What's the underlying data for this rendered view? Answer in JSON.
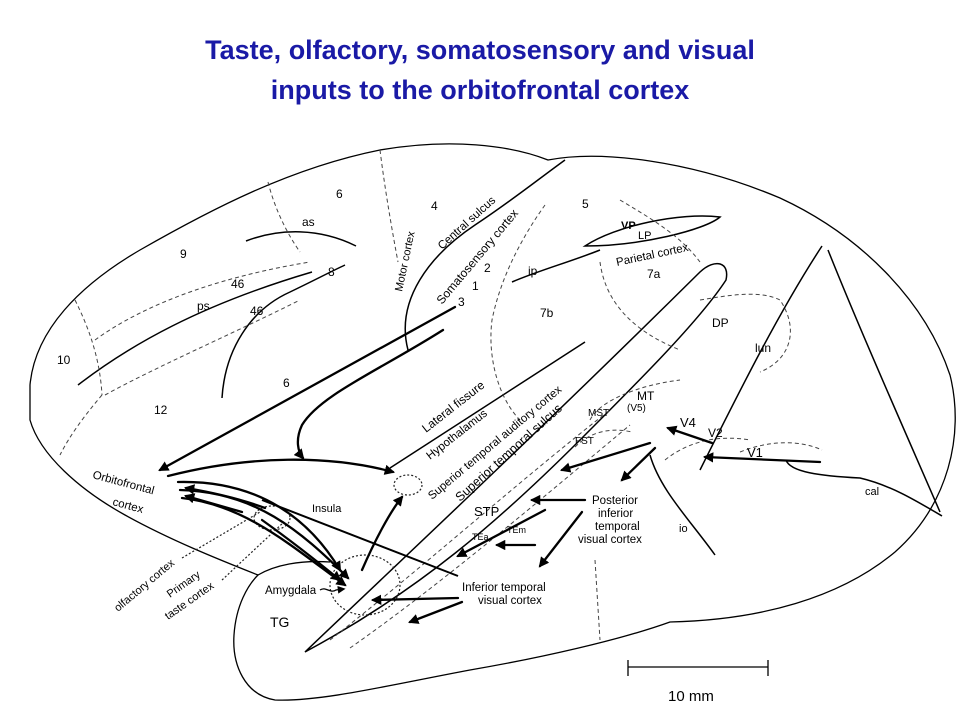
{
  "title": {
    "line1": "Taste, olfactory, somatosensory and visual",
    "line2": "inputs to the orbitofrontal cortex"
  },
  "colors": {
    "title": "#1a1aa6",
    "ink": "#000000"
  },
  "labels": {
    "area_6_top": "6",
    "area_4": "4",
    "as": "as",
    "central_sulcus": "Central sulcus",
    "area_5": "5",
    "vp": "VP",
    "lp": "LP",
    "parietal_cortex": "Parietal cortex",
    "somatosensory_cortex": "Somatosensory cortex",
    "motor_cortex": "Motor cortex",
    "area_9": "9",
    "area_8": "8",
    "area_46_upper": "46",
    "area_2": "2",
    "ip": "ip",
    "area_7a": "7a",
    "ps": "ps",
    "area_46_lower": "46",
    "area_1": "1",
    "area_3": "3",
    "area_7b": "7b",
    "dp": "DP",
    "area_10": "10",
    "lun": "lun",
    "area_6_lower": "6",
    "lateral_fissure": "Lateral fissure",
    "mt": "MT",
    "v5": "(V5)",
    "area_12": "12",
    "mst": "MST",
    "v4": "V4",
    "v2": "V2",
    "hypothalamus": "Hypothalamus",
    "superior_temporal_auditory_cortex": "Superior temporal auditory cortex",
    "superior_temporal_sulcus": "Superior temporal sulcus",
    "fst": "FST",
    "v1": "V1",
    "orbitofrontal": "Orbitofrontal",
    "orbitofrontal_cortex": "cortex",
    "cal": "cal",
    "insula": "Insula",
    "posterior_it": [
      "Posterior",
      "inferior",
      "temporal",
      "visual cortex"
    ],
    "stp": "STP",
    "tem": "TEm",
    "tea": "TEa",
    "io": "io",
    "olfactory_cortex": "olfactory cortex",
    "primary_taste": [
      "Primary",
      "taste cortex"
    ],
    "amygdala": "Amygdala",
    "inferior_temporal": [
      "Inferior temporal",
      "visual cortex"
    ],
    "tg": "TG"
  },
  "scale_bar": {
    "label": "10 mm"
  }
}
